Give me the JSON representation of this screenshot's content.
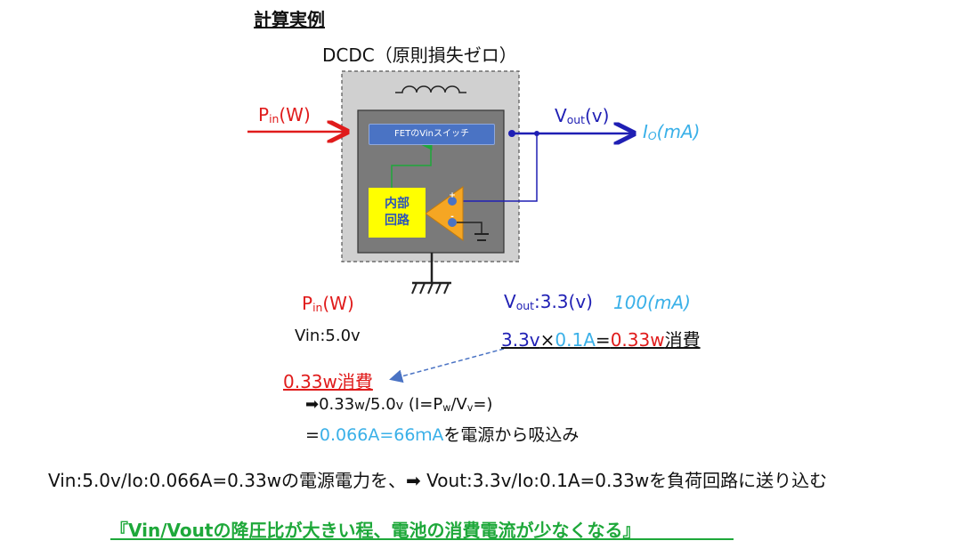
{
  "title": "計算実例",
  "box_label": "DCDC（原則損失ゼロ）",
  "top_labels": {
    "pin_main": "P",
    "pin_sub": "in",
    "pin_unit": "(W)",
    "vout_main": "V",
    "vout_sub": "out",
    "vout_unit": "(v)",
    "io_main": "I",
    "io_sub": "O",
    "io_unit": "(mA)"
  },
  "circuit": {
    "fet_label": "FETのVinスイッチ",
    "internal_line1": "内部",
    "internal_line2": "回路",
    "plus": "+",
    "minus": "-"
  },
  "mid_labels": {
    "pin_main": "P",
    "pin_sub": "in",
    "pin_unit": "(W)",
    "vout_main": "V",
    "vout_sub": "out",
    "vout_value": ":3.3(v)",
    "io_value": "100(mA)",
    "vin": "Vin:5.0v"
  },
  "calc": {
    "v": "3.3v",
    "times": "×",
    "a": "0.1A",
    "eq": "=",
    "w": "0.33w",
    "suffix": "消費"
  },
  "consumption": "0.33w消費",
  "equation1": {
    "arrow": "➡",
    "text1": "0.33",
    "w": "w",
    "text2": "/5.0",
    "v": "v",
    "text3": " (I=P",
    "pw": "w",
    "text4": "/V",
    "vv": "v",
    "text5": "=)"
  },
  "equation2": {
    "eq": "=",
    "value": "0.066A=66ｍA",
    "suffix": "を電源から吸込み"
  },
  "summary": "Vin:5.0v/Io:0.066A=0.33wの電源電力を、➡ Vout:3.3v/Io:0.1A=0.33wを負荷回路に送り込む",
  "bottom_note": "『Vin/Voutの降圧比が大きい程、電池の消費電流が少なくなる』",
  "colors": {
    "red": "#e01b1b",
    "blue": "#1f1fb4",
    "cyan": "#3ab0e8",
    "green": "#1ea83a",
    "yellow": "#ffff00",
    "orange": "#f5a623",
    "fet": "#4a73c4"
  }
}
